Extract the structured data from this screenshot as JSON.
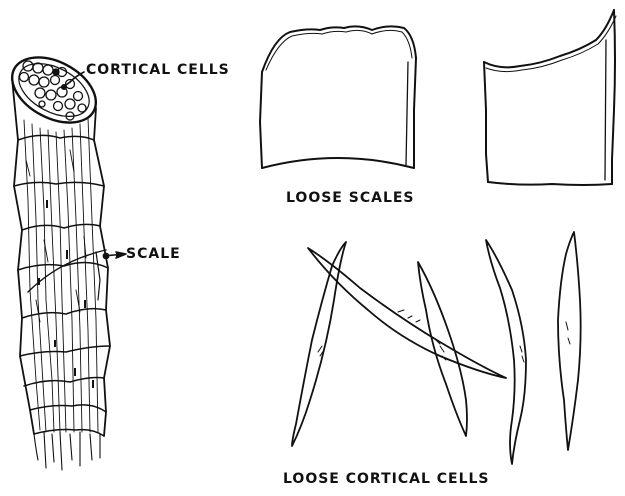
{
  "labels": {
    "cortical_cells": "CORTICAL CELLS",
    "scale": "SCALE",
    "loose_scales": "LOOSE SCALES",
    "loose_cortical_cells": "LOOSE CORTICAL CELLS"
  },
  "colors": {
    "ink": "#111111",
    "paper": "#ffffff"
  }
}
